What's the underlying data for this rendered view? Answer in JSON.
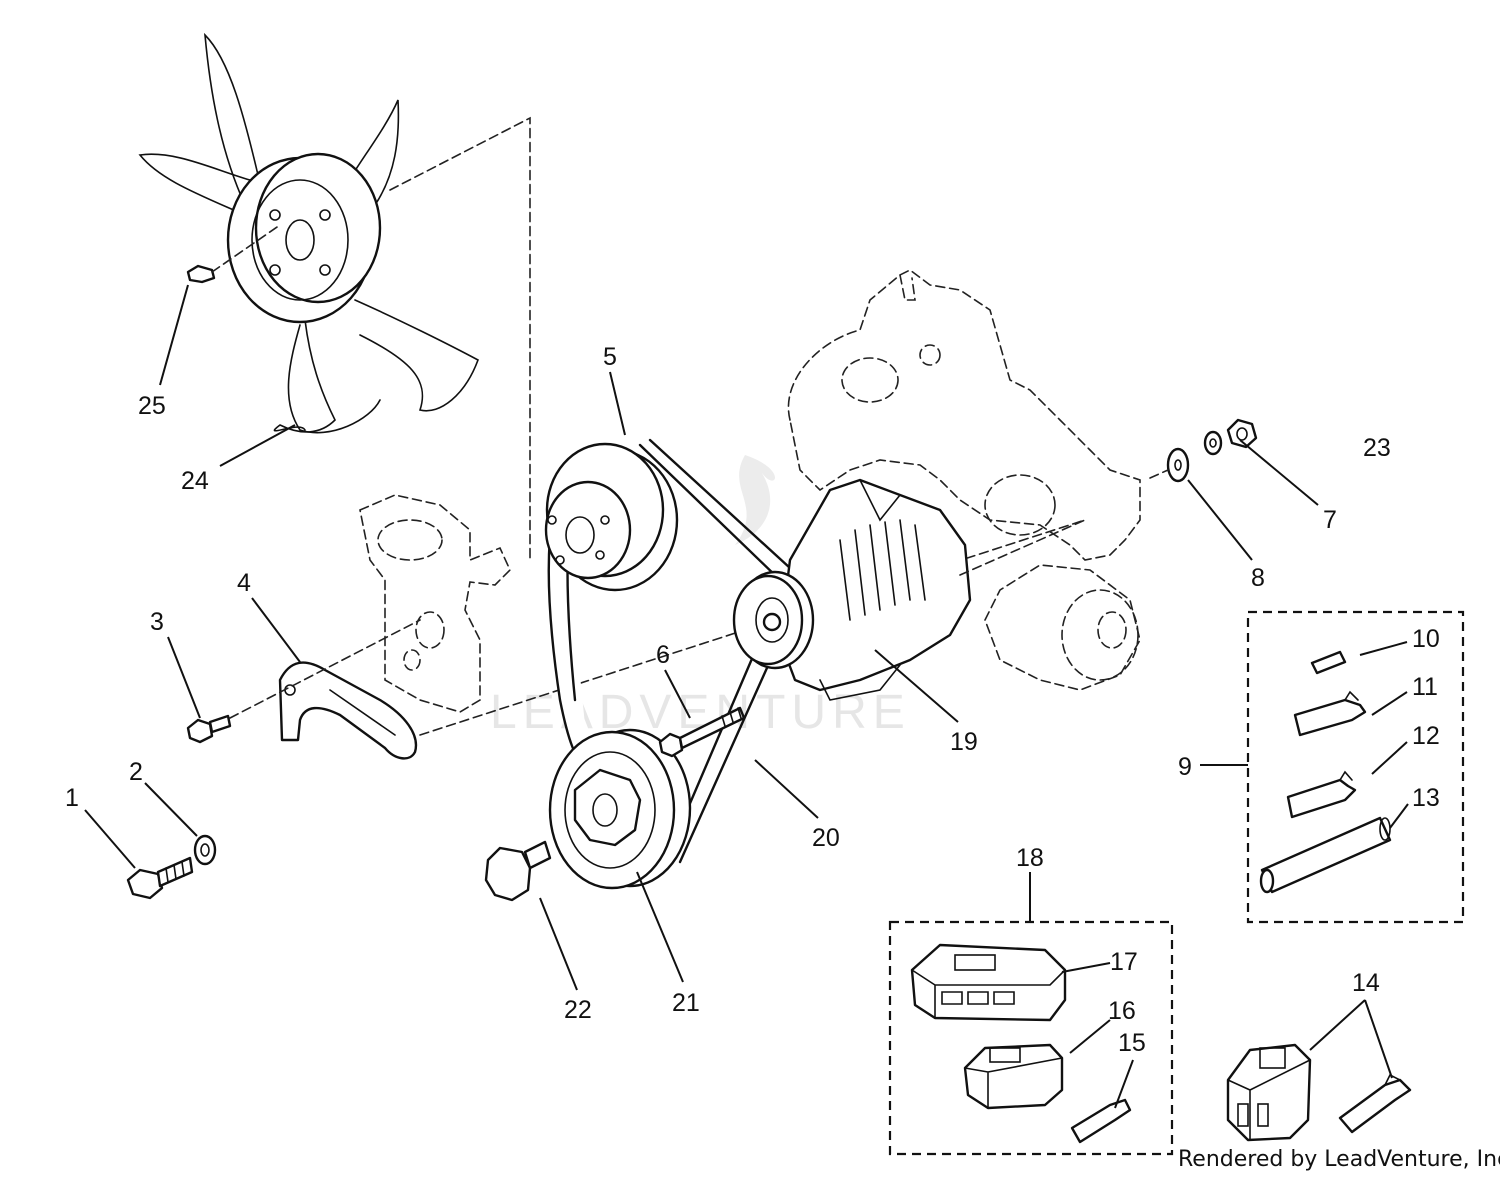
{
  "watermark": "LEADVENTURE",
  "credit": "Rendered by LeadVenture, Inc.",
  "callouts": {
    "c1": "1",
    "c2": "2",
    "c3": "3",
    "c4": "4",
    "c5": "5",
    "c6": "6",
    "c7": "7",
    "c8": "8",
    "c9": "9",
    "c10": "10",
    "c11": "11",
    "c12": "12",
    "c13": "13",
    "c14": "14",
    "c15": "15",
    "c16": "16",
    "c17": "17",
    "c18": "18",
    "c19": "19",
    "c20": "20",
    "c21": "21",
    "c22": "22",
    "c23": "23",
    "c24": "24",
    "c25": "25"
  }
}
